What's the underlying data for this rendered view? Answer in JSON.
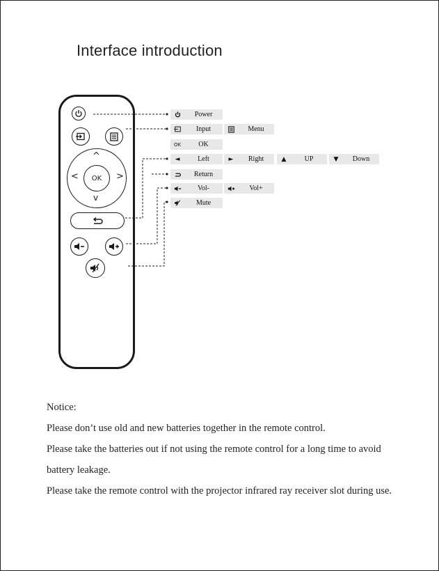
{
  "page": {
    "title": "Interface introduction"
  },
  "remote": {
    "ok_label": "OK",
    "up_glyph": "^",
    "down_glyph": "v",
    "left_glyph": "<",
    "right_glyph": ">"
  },
  "legend": [
    {
      "icon": "power-icon",
      "label": "Power"
    },
    {
      "icon": "input-icon",
      "label": "Input"
    },
    {
      "icon": "menu-icon",
      "label": "Menu"
    },
    {
      "icon": "ok-icon",
      "icon_text": "OK",
      "label": "OK"
    },
    {
      "icon": "left-arrow-icon",
      "label": "Left"
    },
    {
      "icon": "right-arrow-icon",
      "label": "Right"
    },
    {
      "icon": "up-arrow-icon",
      "label": "UP"
    },
    {
      "icon": "down-arrow-icon",
      "label": "Down"
    },
    {
      "icon": "return-icon",
      "label": "Return"
    },
    {
      "icon": "volume-down-icon",
      "label": "Vol-"
    },
    {
      "icon": "volume-up-icon",
      "label": "Vol+"
    },
    {
      "icon": "mute-icon",
      "label": "Mute"
    }
  ],
  "notice": {
    "heading": "Notice:",
    "line1": "Please don’t use old and new batteries together in the remote control.",
    "line2": "Please take the batteries out if not using the remote control for a long time to avoid battery leakage.",
    "line3": "Please take the remote control with the projector infrared ray receiver slot during use."
  }
}
